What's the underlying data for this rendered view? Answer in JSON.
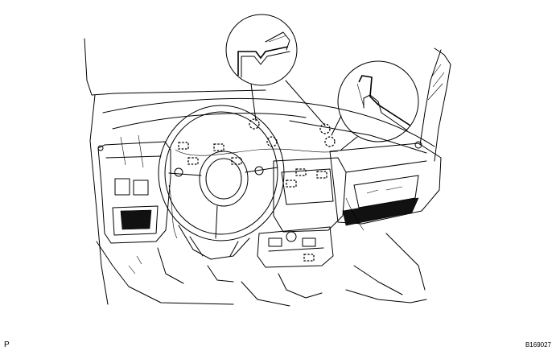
{
  "figure": {
    "corner_label": "P",
    "figure_code": "B169027"
  },
  "callouts": [
    {
      "name": "clip-detail-left",
      "depicts": "clip-icon"
    },
    {
      "name": "clip-detail-right",
      "depicts": "claw-icon"
    }
  ]
}
